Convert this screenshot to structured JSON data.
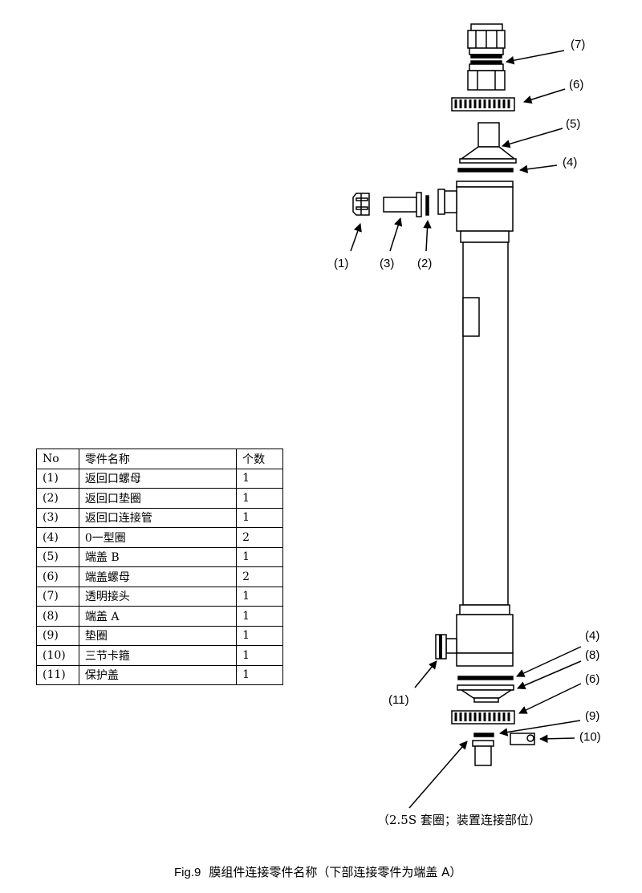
{
  "callouts": {
    "c7_top": "(7)",
    "c6_top": "(6)",
    "c5": "(5)",
    "c4_top": "(4)",
    "c1": "(1)",
    "c3": "(3)",
    "c2": "(2)",
    "c4_bottom": "(4)",
    "c8": "(8)",
    "c6_bottom": "(6)",
    "c11": "(11)",
    "c9": "(9)",
    "c10": "(10)"
  },
  "note": "（2.5S 套圈；装置连接部位）",
  "table": {
    "headers": [
      "No",
      "零件名称",
      "个数"
    ],
    "rows": [
      [
        "(1)",
        "返回口螺母",
        "1"
      ],
      [
        "(2)",
        "返回口垫圈",
        "1"
      ],
      [
        "(3)",
        "返回口连接管",
        "1"
      ],
      [
        "(4)",
        "0一型圈",
        "2"
      ],
      [
        "(5)",
        "端盖 B",
        "1"
      ],
      [
        "(6)",
        "端盖螺母",
        "2"
      ],
      [
        "(7)",
        "透明接头",
        "1"
      ],
      [
        "(8)",
        "端盖 A",
        "1"
      ],
      [
        "(9)",
        "垫圈",
        "1"
      ],
      [
        "(10)",
        "三节卡箍",
        "1"
      ],
      [
        "(11)",
        "保护盖",
        "1"
      ]
    ]
  },
  "caption": {
    "fig": "Fig.9",
    "text": "膜组件连接零件名称（下部连接零件为端盖 A）"
  }
}
